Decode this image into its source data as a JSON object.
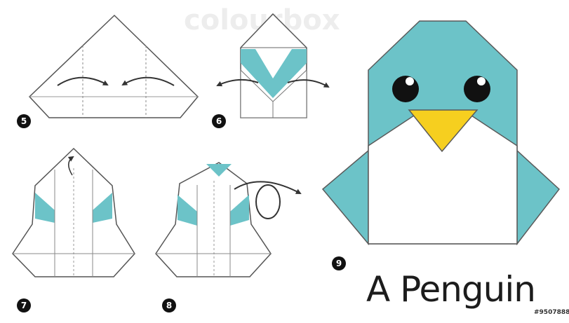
{
  "title": "A Penguin",
  "watermark": "colourbox",
  "stock_id": "#9507888",
  "steps": [
    {
      "number": "5"
    },
    {
      "number": "6"
    },
    {
      "number": "7"
    },
    {
      "number": "8"
    },
    {
      "number": "9"
    }
  ],
  "colors": {
    "paper_teal": "#6cc3c8",
    "paper_white": "#ffffff",
    "outline": "#4a4a4a",
    "beak": "#f6cf1f",
    "eye": "#111111",
    "number_badge": "#111111"
  }
}
